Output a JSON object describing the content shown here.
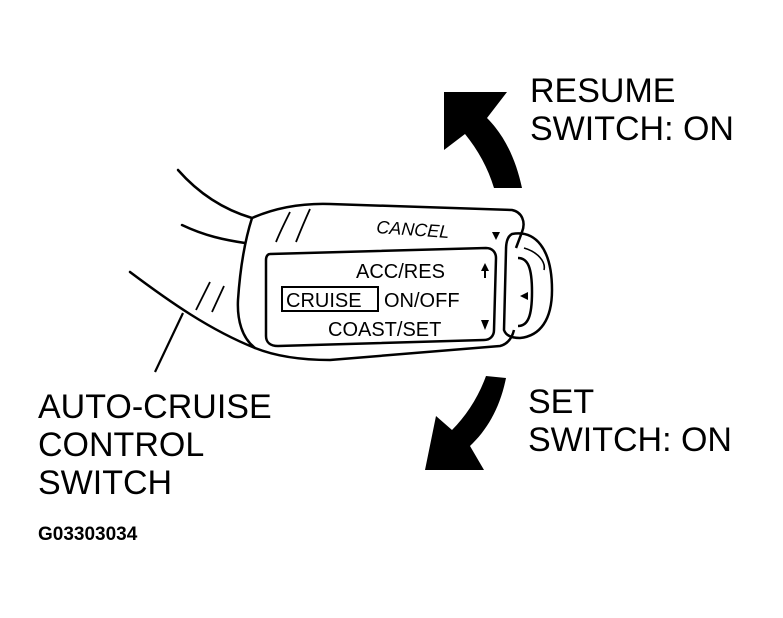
{
  "resume_label": {
    "line1": "RESUME",
    "line2": "SWITCH: ON"
  },
  "set_label": {
    "line1": "SET",
    "line2": "SWITCH: ON"
  },
  "switch_label": {
    "line1": "AUTO-CRUISE",
    "line2": "CONTROL",
    "line3": "SWITCH"
  },
  "figure_id": "G03303034",
  "lever": {
    "cancel": "CANCEL",
    "acc_res": "ACC/RES",
    "cruise": "CRUISE",
    "on_off": "ON/OFF",
    "coast_set": "COAST/SET"
  },
  "colors": {
    "ink": "#000000",
    "paper": "#ffffff"
  }
}
